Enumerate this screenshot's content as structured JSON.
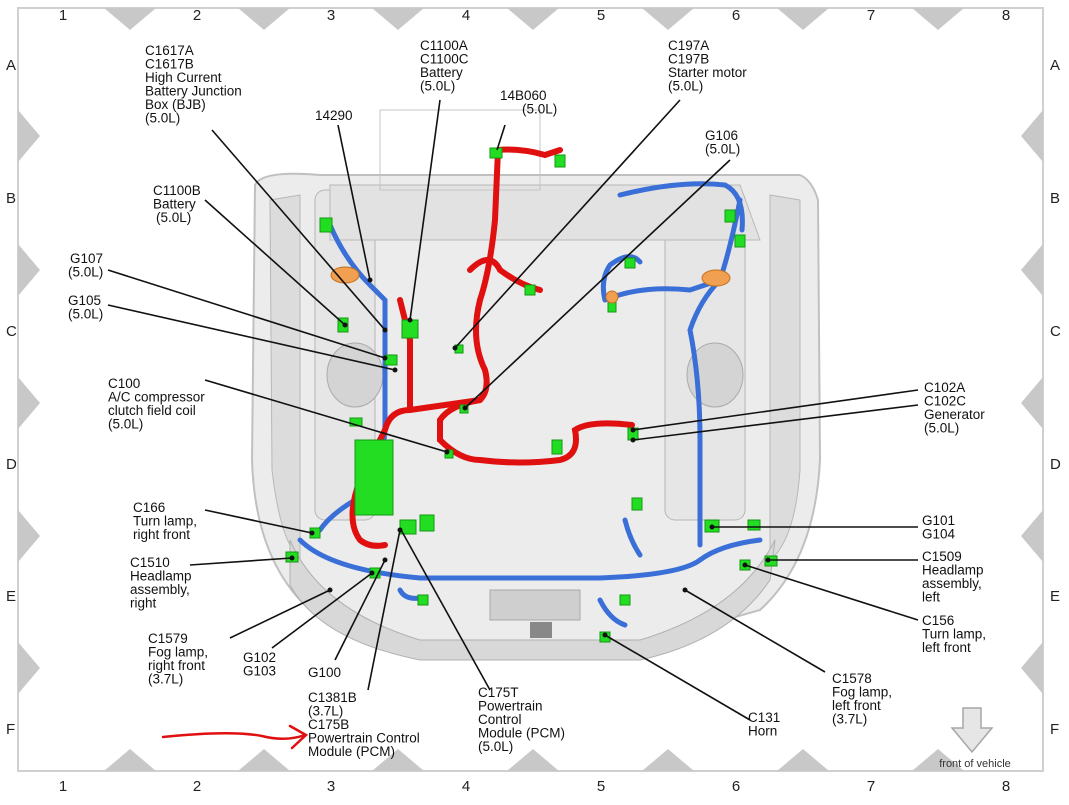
{
  "grid": {
    "columns": [
      "1",
      "2",
      "3",
      "4",
      "5",
      "6",
      "7",
      "8"
    ],
    "rows": [
      "A",
      "B",
      "C",
      "D",
      "E",
      "F"
    ]
  },
  "callouts": [
    {
      "id": "c1617",
      "lines": [
        "C1617A",
        "C1617B",
        "High Current",
        "Battery Junction",
        "Box (BJB)",
        "(5.0L)"
      ]
    },
    {
      "id": "c1100ac",
      "lines": [
        "C1100A",
        "C1100C",
        "Battery",
        "(5.0L)"
      ]
    },
    {
      "id": "c197",
      "lines": [
        "C197A",
        "C197B",
        "Starter motor",
        "(5.0L)"
      ]
    },
    {
      "id": "n14290",
      "lines": [
        "14290"
      ]
    },
    {
      "id": "n14b060",
      "lines": [
        "14B060",
        "(5.0L)"
      ]
    },
    {
      "id": "g106",
      "lines": [
        "G106",
        "(5.0L)"
      ]
    },
    {
      "id": "c1100b",
      "lines": [
        "C1100B",
        "Battery",
        "(5.0L)"
      ]
    },
    {
      "id": "g107",
      "lines": [
        "G107",
        "(5.0L)"
      ]
    },
    {
      "id": "g105",
      "lines": [
        "G105",
        "(5.0L)"
      ]
    },
    {
      "id": "c100",
      "lines": [
        "C100",
        "A/C compressor",
        "clutch field coil",
        "(5.0L)"
      ]
    },
    {
      "id": "c102",
      "lines": [
        "C102A",
        "C102C",
        "Generator",
        "(5.0L)"
      ]
    },
    {
      "id": "c166",
      "lines": [
        "C166",
        "Turn lamp,",
        "right front"
      ]
    },
    {
      "id": "c1510",
      "lines": [
        "C1510",
        "Headlamp",
        "assembly,",
        "right"
      ]
    },
    {
      "id": "c1579",
      "lines": [
        "C1579",
        "Fog lamp,",
        "right front",
        "(3.7L)"
      ]
    },
    {
      "id": "g102",
      "lines": [
        "G102",
        "G103"
      ]
    },
    {
      "id": "g100",
      "lines": [
        "G100"
      ]
    },
    {
      "id": "c1381",
      "lines": [
        "C1381B",
        "(3.7L)",
        "C175B",
        "Powertrain Control",
        "Module (PCM)"
      ]
    },
    {
      "id": "c175t",
      "lines": [
        "C175T",
        "Powertrain",
        "Control",
        "Module (PCM)",
        "(5.0L)"
      ]
    },
    {
      "id": "c131",
      "lines": [
        "C131",
        "Horn"
      ]
    },
    {
      "id": "c1578",
      "lines": [
        "C1578",
        "Fog lamp,",
        "left front",
        "(3.7L)"
      ]
    },
    {
      "id": "c156",
      "lines": [
        "C156",
        "Turn lamp,",
        "left front"
      ]
    },
    {
      "id": "c1509",
      "lines": [
        "C1509",
        "Headlamp",
        "assembly,",
        "left"
      ]
    },
    {
      "id": "g101",
      "lines": [
        "G101",
        "G104"
      ]
    }
  ],
  "front_of_vehicle": "front of vehicle",
  "colors": {
    "battery_harness": "#e01010",
    "engine_harness": "#3a6fd8",
    "connector": "#22dd22",
    "ground": "#f0a050",
    "body": "#e4e4e4",
    "annotation_arrow": "#e01010"
  }
}
